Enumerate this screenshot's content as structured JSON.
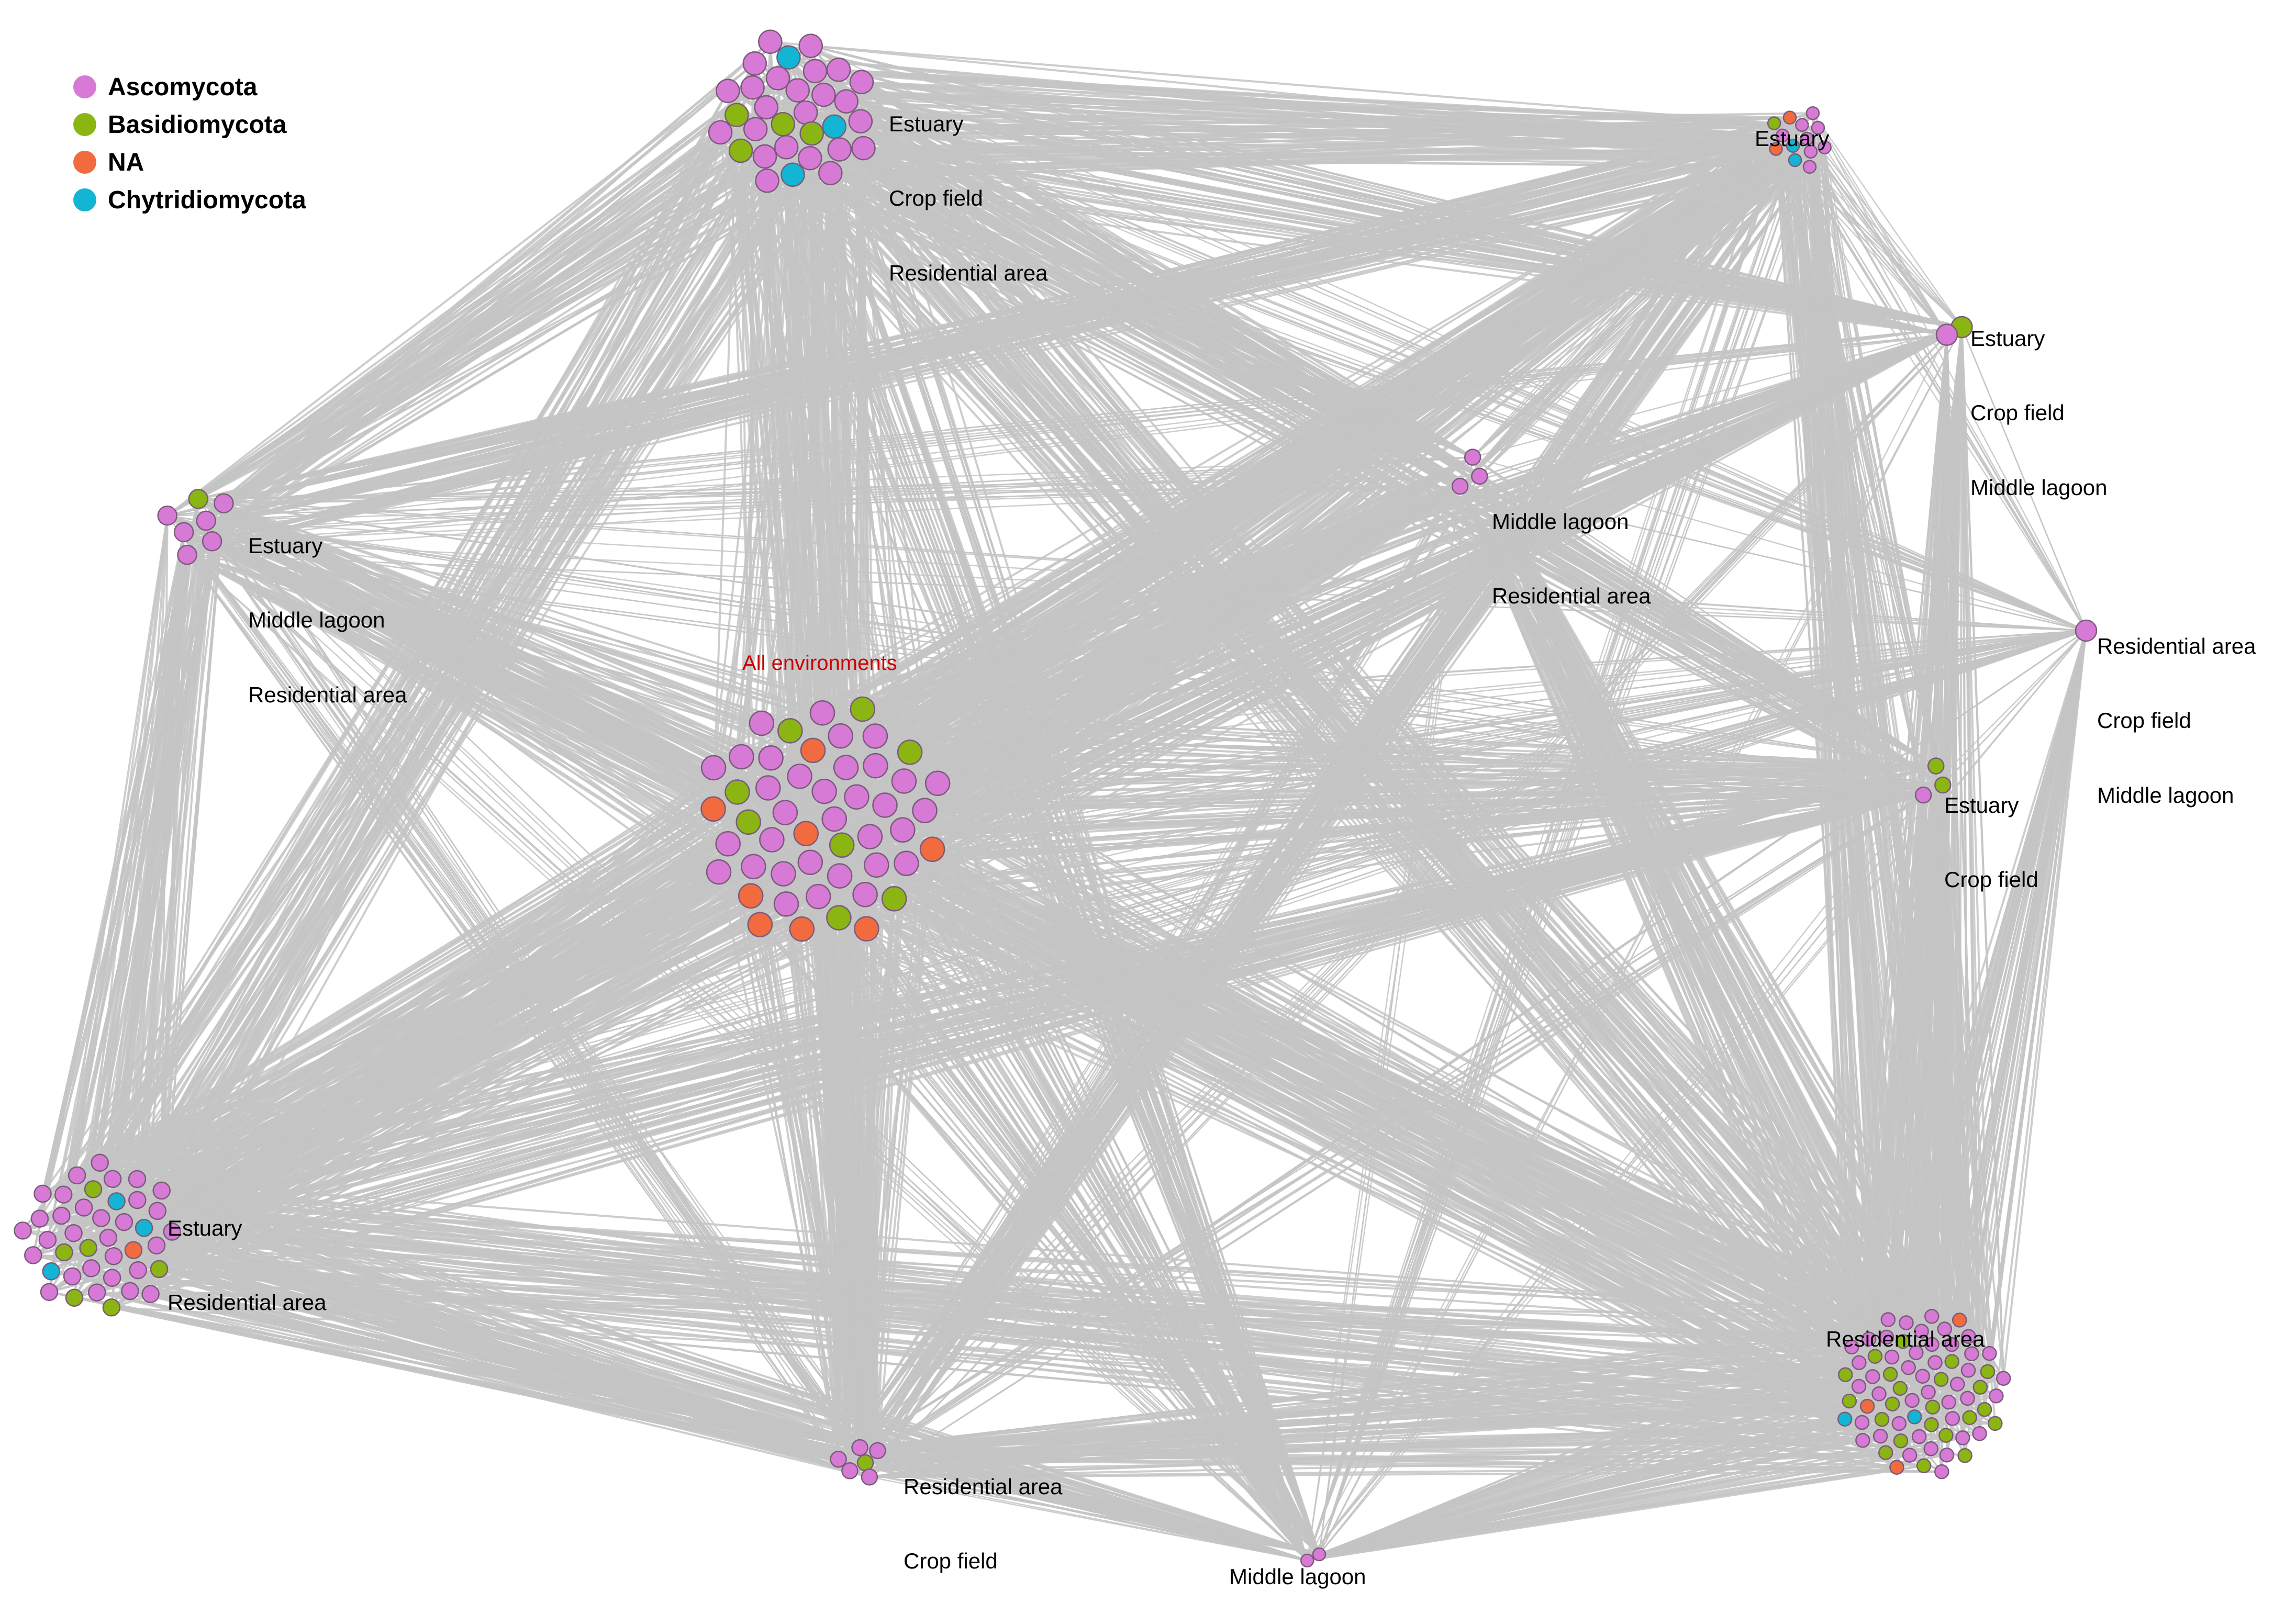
{
  "legend": [
    {
      "label": "Ascomycota",
      "color": "#d67ad6"
    },
    {
      "label": "Basidiomycota",
      "color": "#8ab513"
    },
    {
      "label": "NA",
      "color": "#f26b3e"
    },
    {
      "label": "Chytridiomycota",
      "color": "#12b5d4"
    }
  ],
  "node_stroke": "#7a5a7a",
  "edge_color": "#c4c4c4",
  "center_title": "All environments",
  "groups": [
    {
      "id": "top-center",
      "lines": [
        "Estuary",
        "Crop field",
        "Residential area"
      ],
      "counts": {
        "asco": 24,
        "basidio": 4,
        "na": 0,
        "chytrid": 3
      }
    },
    {
      "id": "top-right",
      "lines": [
        "Estuary"
      ],
      "counts": {
        "asco": 8,
        "basidio": 1,
        "na": 2,
        "chytrid": 2
      }
    },
    {
      "id": "right-upper",
      "lines": [
        "Estuary",
        "Crop field",
        "Middle lagoon"
      ],
      "counts": {
        "asco": 1,
        "basidio": 1,
        "na": 0,
        "chytrid": 0
      }
    },
    {
      "id": "center-right",
      "lines": [
        "Middle lagoon",
        "Residential area"
      ],
      "counts": {
        "asco": 3,
        "basidio": 0,
        "na": 0,
        "chytrid": 0
      }
    },
    {
      "id": "far-right",
      "lines": [
        "Residential area",
        "Crop field",
        "Middle lagoon"
      ],
      "counts": {
        "asco": 1,
        "basidio": 0,
        "na": 0,
        "chytrid": 0
      }
    },
    {
      "id": "right-mid",
      "lines": [
        "Estuary",
        "Crop field"
      ],
      "counts": {
        "asco": 1,
        "basidio": 2,
        "na": 0,
        "chytrid": 0
      }
    },
    {
      "id": "left-upper",
      "lines": [
        "Estuary",
        "Middle lagoon",
        "Residential area"
      ],
      "counts": {
        "asco": 6,
        "basidio": 1,
        "na": 0,
        "chytrid": 0
      }
    },
    {
      "id": "left-lower",
      "lines": [
        "Estuary",
        "Residential area"
      ],
      "counts": {
        "asco": 30,
        "basidio": 6,
        "na": 1,
        "chytrid": 3
      }
    },
    {
      "id": "bottom-right",
      "lines": [
        "Residential area"
      ],
      "counts": {
        "asco": 42,
        "basidio": 22,
        "na": 3,
        "chytrid": 2
      }
    },
    {
      "id": "bottom-center",
      "lines": [
        "Residential area",
        "Crop field"
      ],
      "counts": {
        "asco": 5,
        "basidio": 1,
        "na": 0,
        "chytrid": 0
      }
    },
    {
      "id": "bottom-small",
      "lines": [
        "Middle lagoon"
      ],
      "counts": {
        "asco": 2,
        "basidio": 0,
        "na": 0,
        "chytrid": 0
      }
    },
    {
      "id": "center",
      "lines": [],
      "counts": {
        "asco": 33,
        "basidio": 8,
        "na": 8,
        "chytrid": 0
      }
    }
  ]
}
